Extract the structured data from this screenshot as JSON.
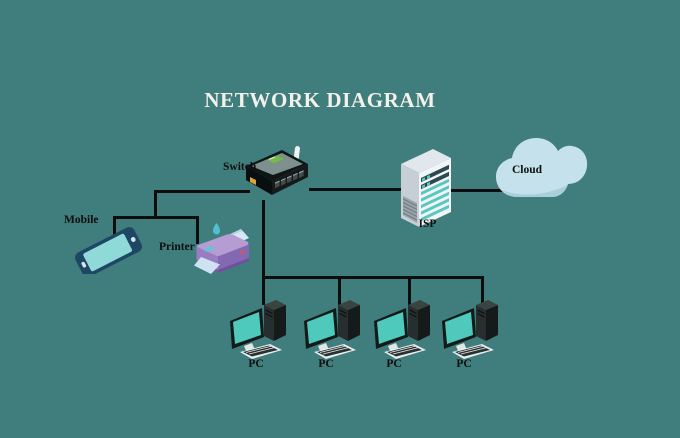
{
  "title": "NETWORK DIAGRAM",
  "colors": {
    "background": "#407e7d",
    "connector_line": "#0d0d0d",
    "title_text": "#f3f1ea",
    "label_text": "#0d0d0d",
    "pc_screen": "#4fc9bc",
    "cloud_fill": "#c5e2ec",
    "printer_body": "#a58bc9",
    "isp_stripe": "#58c7c0",
    "switch_badge_green": "#72bd42",
    "mobile_body": "#1d4765"
  },
  "nodes": {
    "switch": {
      "label": "Switch"
    },
    "mobile": {
      "label": "Mobile"
    },
    "printer": {
      "label": "Printer"
    },
    "isp": {
      "label": "ISP"
    },
    "cloud": {
      "label": "Cloud"
    },
    "pcs": [
      {
        "label": "PC"
      },
      {
        "label": "PC"
      },
      {
        "label": "PC"
      },
      {
        "label": "PC"
      }
    ]
  }
}
